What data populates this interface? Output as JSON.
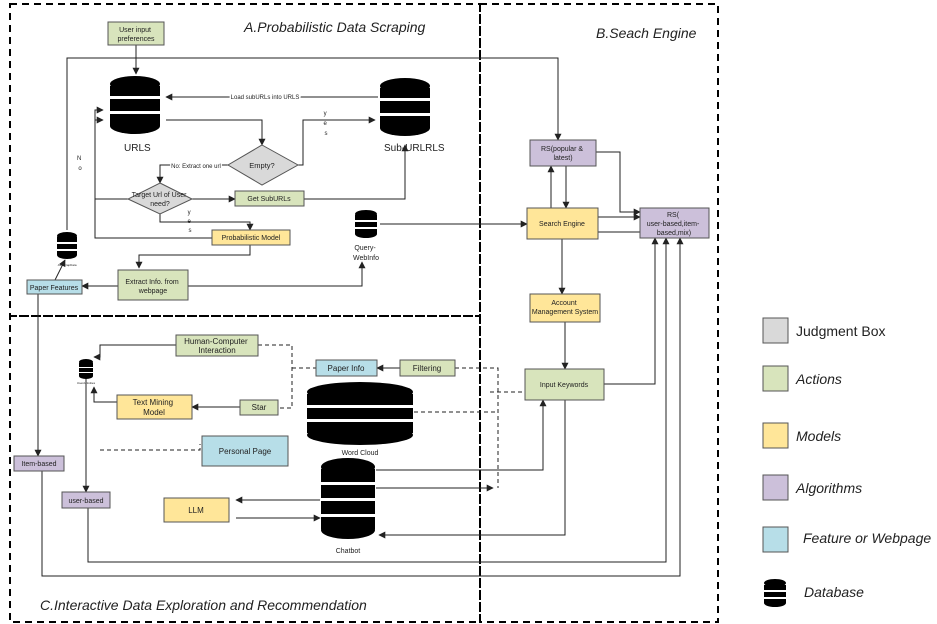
{
  "sections": {
    "a": "A.Probabilistic Data Scraping",
    "b": "B.Seach Engine",
    "c": "C.Interactive Data Exploration and Recommendation"
  },
  "nodes": {
    "user_input": [
      "User input",
      "preferences"
    ],
    "urls": "URLS",
    "sub_urls": "Sub-URLRLS",
    "empty": "Empty?",
    "target": [
      "Target Url of User",
      "need?"
    ],
    "get_suburls": "Get SubURLs",
    "prob_model": "Probabilistic Model",
    "query_db": [
      "Query-",
      "WebInfo"
    ],
    "extract": [
      "Extract Info. from",
      "webpage"
    ],
    "paper_features": "Paper Features",
    "small_db_label": "JudScrapData",
    "rs_popular": [
      "RS(popular &",
      "latest)"
    ],
    "search_engine": "Search Engine",
    "rs_user": [
      "RS(",
      "user-based,item-",
      "based,mix)"
    ],
    "account": [
      "Account",
      "Management System"
    ],
    "input_keywords": "Input Keywords",
    "hci": [
      "Human-Computer",
      "Interaction"
    ],
    "user_db_label": "UserActivities",
    "paper_info": "Paper Info",
    "filtering": "Filtering",
    "text_mining": [
      "Text Mining",
      "Model"
    ],
    "star": "Star",
    "word_cloud": "Word Cloud",
    "personal_page": "Personal Page",
    "item_based": "Item-based",
    "user_based": "user-based",
    "llm": "LLM",
    "chatbot": "Chatbot"
  },
  "edge_labels": {
    "load_suburls": "Load subURLs into URLS",
    "no_extract": "No: Extract one url",
    "yes_top": [
      "y",
      "e",
      "s"
    ],
    "yes_bottom": [
      "y",
      "e",
      "s"
    ],
    "no_left": [
      "N",
      "o"
    ]
  },
  "legend": [
    {
      "label": "Judgment Box",
      "type": "box",
      "color": "#d9d9d9",
      "italic": false
    },
    {
      "label": "Actions",
      "type": "box",
      "color": "#d8e4bc",
      "italic": true
    },
    {
      "label": "Models",
      "type": "box",
      "color": "#ffe699",
      "italic": true
    },
    {
      "label": "Algorithms",
      "type": "box",
      "color": "#ccc0da",
      "italic": true
    },
    {
      "label": "Feature or Webpage",
      "type": "box",
      "color": "#b7dee8",
      "italic": true
    },
    {
      "label": "Database",
      "type": "db",
      "color": "#000000",
      "italic": true
    }
  ],
  "colors": {
    "judgment": "#d9d9d9",
    "action": "#d8e4bc",
    "model": "#ffe699",
    "algorithm": "#ccc0da",
    "feature": "#b7dee8",
    "database": "#000000"
  }
}
